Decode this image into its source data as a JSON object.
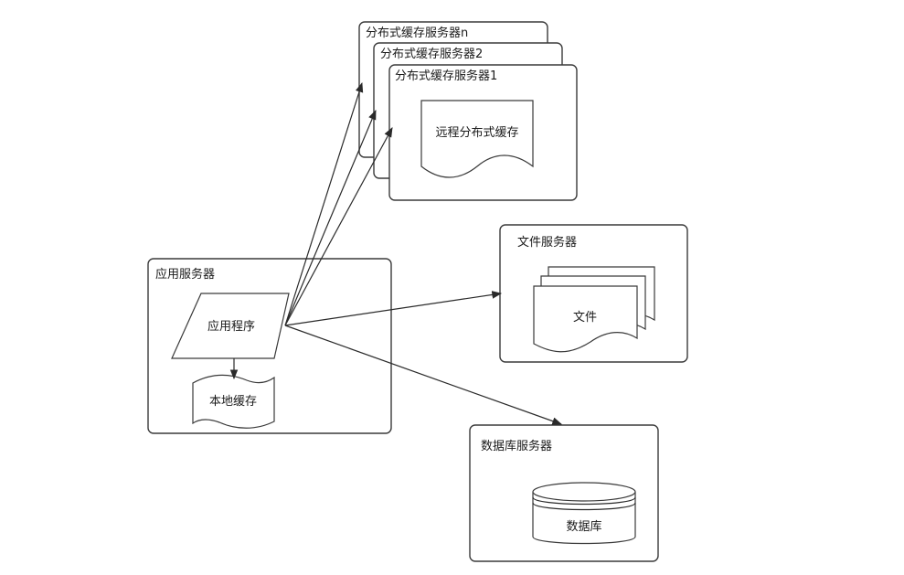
{
  "cache_servers": {
    "labels": [
      "分布式缓存服务器n",
      "分布式缓存服务器2",
      "分布式缓存服务器1"
    ],
    "remote_cache": "远程分布式缓存"
  },
  "file_server": {
    "title": "文件服务器",
    "file": "文件"
  },
  "app_server": {
    "title": "应用服务器",
    "app": "应用程序",
    "local_cache": "本地缓存"
  },
  "db_server": {
    "title": "数据库服务器",
    "db": "数据库"
  }
}
